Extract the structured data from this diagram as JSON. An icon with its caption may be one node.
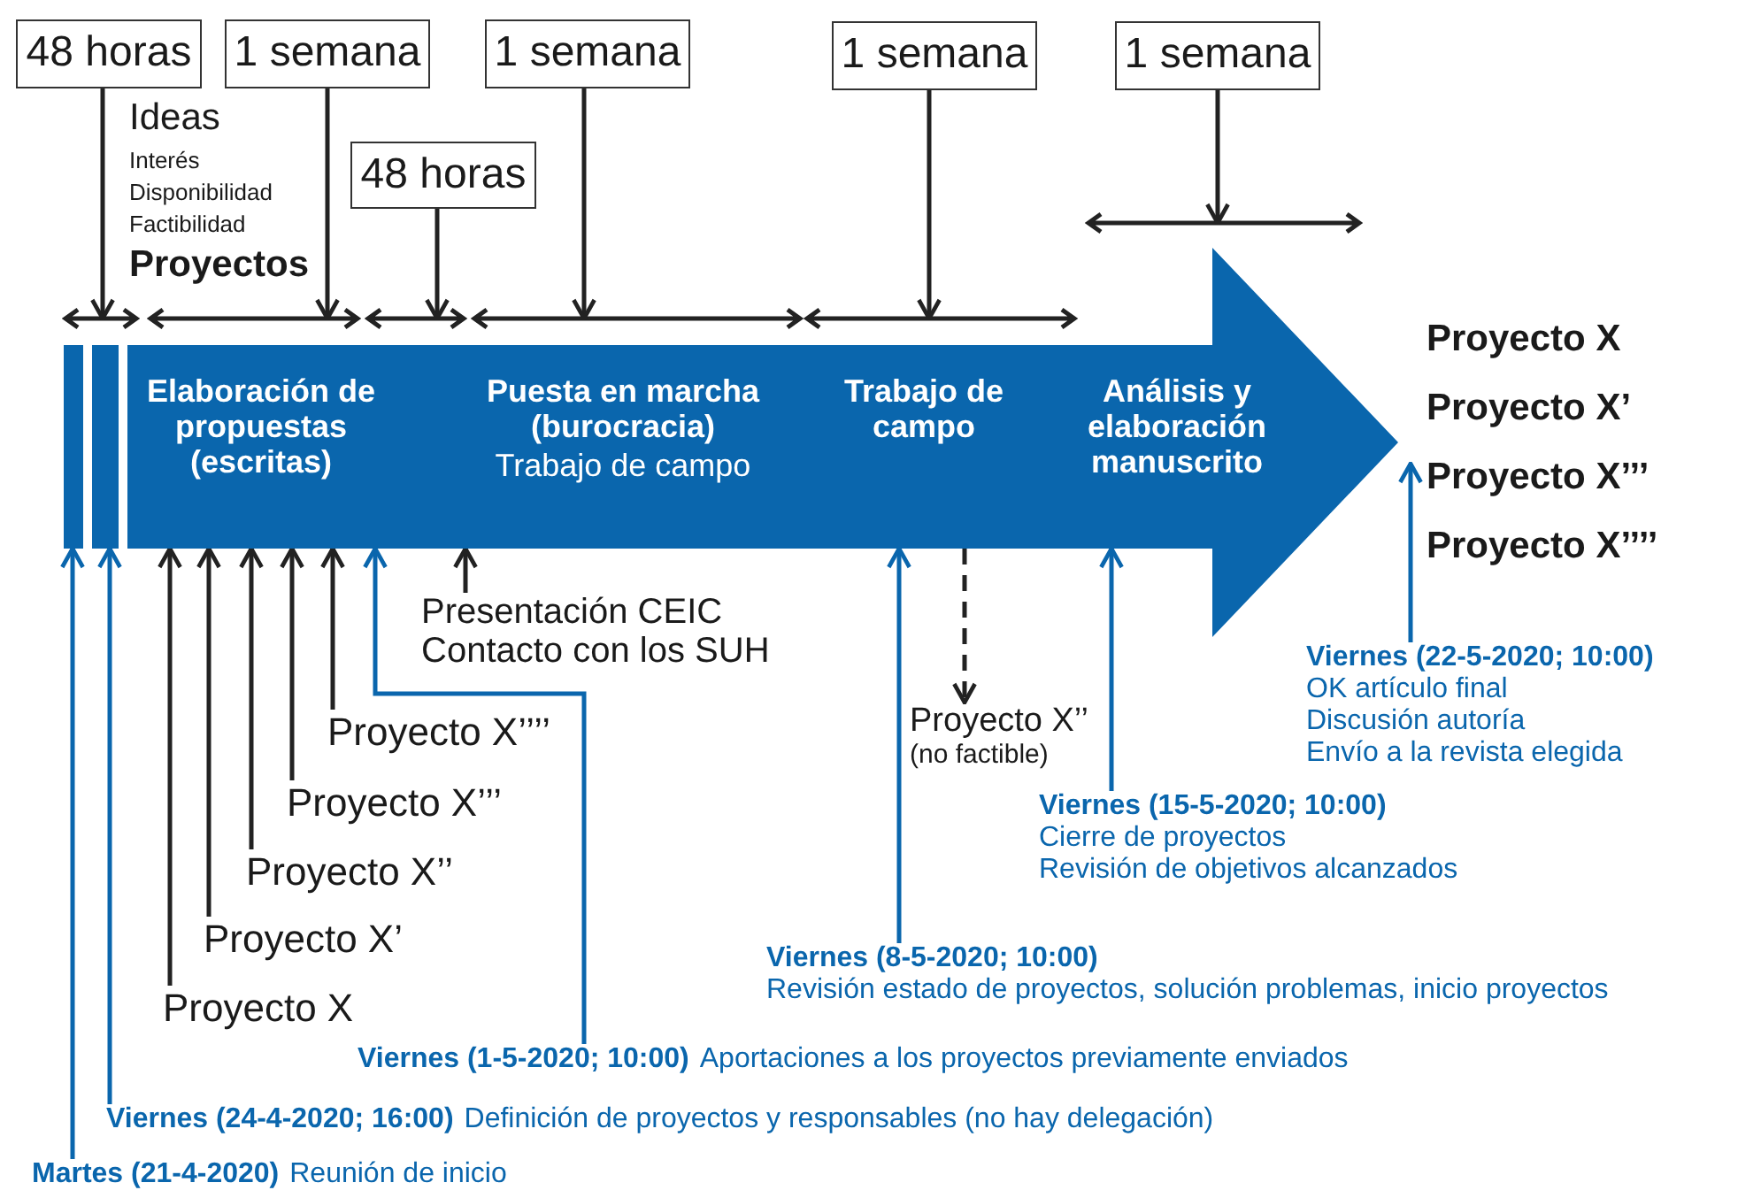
{
  "diagram": {
    "nodes": [
      {
        "text": [
          "48 horas"
        ]
      },
      {
        "text": [
          "1 semana"
        ]
      },
      {
        "text": [
          "1 semana"
        ]
      },
      {
        "text": [
          "1 semana"
        ]
      },
      {
        "text": [
          "1 semana"
        ]
      },
      {
        "text": [
          "48 horas"
        ]
      },
      {
        "text": [],
        "shape": "arrow"
      },
      {
        "text": [],
        "shape": "bar"
      },
      {
        "text": [],
        "shape": "bar"
      },
      {
        "text": [
          "Elaboración de propuestas (escritas)"
        ],
        "in": 6
      },
      {
        "text": [
          "Puesta en marcha (burocracia)",
          "Trabajo de campo"
        ],
        "in": 6
      },
      {
        "text": [
          "Trabajo de campo"
        ],
        "in": 6
      },
      {
        "text": [
          "Análisis y elaboración manuscrito"
        ],
        "in": 6
      },
      {
        "text": [
          "Presentación CEIC",
          "Contacto con los SUH"
        ]
      },
      {
        "text": [
          "Proyecto X’’",
          "(no factible)"
        ]
      },
      {
        "text": [
          "Viernes (22-5-2020; 10:00)",
          "OK artículo final",
          "Discusión autoría",
          "Envío a la revista elegida"
        ]
      },
      {
        "text": [
          "Proyecto X’’’’"
        ]
      },
      {
        "text": [
          "Proyecto X’’’"
        ]
      },
      {
        "text": [
          "Viernes (15-5-2020; 10:00)",
          "Cierre de proyectos",
          "Revisión de objetivos alcanzados"
        ]
      },
      {
        "text": [
          "Proyecto X’’"
        ]
      },
      {
        "text": [
          "Proyecto X’"
        ]
      },
      {
        "text": [
          "Viernes (8-5-2020; 10:00)",
          "Revisión estado de proyectos, solución problemas, inicio proyectos"
        ]
      },
      {
        "text": [
          "Proyecto X"
        ]
      },
      {
        "text": [
          "Viernes (1-5-2020; 10:00)",
          "Aportaciones a los proyectos previamente enviados"
        ]
      },
      {
        "text": [
          "Viernes (24-4-2020; 16:00)",
          "Definición de proyectos y responsables (no hay delegación)"
        ]
      },
      {
        "text": [
          "Martes (21-4-2020)",
          "Reunión de inicio"
        ]
      }
    ],
    "edges": [
      {
        "from": 0,
        "to": 8,
        "arrow": "to"
      },
      {
        "from": 1,
        "to": 6,
        "arrow": "to"
      },
      {
        "from": 2,
        "to": 6,
        "arrow": "to"
      },
      {
        "from": 3,
        "to": 6,
        "arrow": "to"
      },
      {
        "from": 4,
        "to": 6,
        "arrow": "to"
      },
      {
        "from": 5,
        "to": 6,
        "arrow": "to"
      },
      {
        "from": 25,
        "to": 7,
        "arrow": "to",
        "color": "#0a66ad"
      },
      {
        "from": 24,
        "to": 8,
        "arrow": "to",
        "color": "#0a66ad"
      },
      {
        "from": 23,
        "to": 9,
        "arrow": "to",
        "color": "#0a66ad"
      },
      {
        "from": 22,
        "to": 9,
        "arrow": "to"
      },
      {
        "from": 20,
        "to": 9,
        "arrow": "to"
      },
      {
        "from": 19,
        "to": 9,
        "arrow": "to"
      },
      {
        "from": 17,
        "to": 9,
        "arrow": "to"
      },
      {
        "from": 16,
        "to": 9,
        "arrow": "to"
      },
      {
        "from": 13,
        "to": 10,
        "arrow": "to"
      },
      {
        "from": 11,
        "to": 14,
        "arrow": "to",
        "style": "dashed"
      },
      {
        "from": 21,
        "to": 11,
        "arrow": "to",
        "color": "#0a66ad"
      },
      {
        "from": 18,
        "to": 12,
        "arrow": "to",
        "color": "#0a66ad"
      },
      {
        "from": 15,
        "to": 6,
        "arrow": "to",
        "color": "#0a66ad"
      }
    ],
    "labels": [
      "Ideas",
      "Interés",
      "Disponibilidad",
      "Factibilidad",
      "Proyectos",
      "Proyecto X",
      "Proyecto X’",
      "Proyecto X’’’",
      "Proyecto X’’’’"
    ]
  }
}
